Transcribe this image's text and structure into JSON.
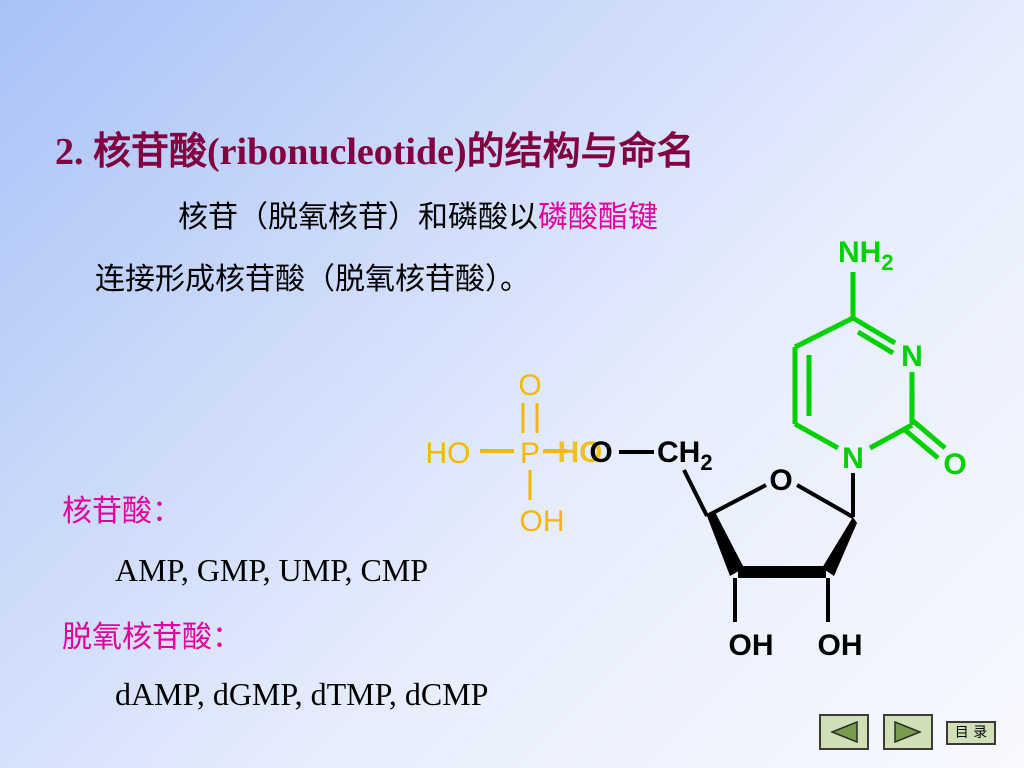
{
  "title": "2. 核苷酸(ribonucleotide)的结构与命名",
  "intro": {
    "line1_prefix": "核苷（脱氧核苷）和磷酸以",
    "line1_highlight": "磷酸酯键",
    "line2": "连接形成核苷酸（脱氧核苷酸）。"
  },
  "ribonucleotides": {
    "label": "核苷酸：",
    "list": "AMP, GMP, UMP, CMP"
  },
  "deoxyribonucleotides": {
    "label": "脱氧核苷酸：",
    "list": "dAMP, dGMP, dTMP, dCMP"
  },
  "molecule": {
    "phosphate": {
      "o_top": "O",
      "ho_left": "HO",
      "p": "P",
      "oh_bottom": "OH",
      "ho_overlap": "HO"
    },
    "sugar": {
      "o5": "O",
      "ch2": "CH",
      "ch2_sub": "2",
      "ring_o": "O",
      "oh_left": "OH",
      "oh_right": "OH"
    },
    "base": {
      "nh2": "NH",
      "nh2_sub": "2",
      "n3": "N",
      "n1": "N",
      "o2": "O"
    },
    "colors": {
      "phosphate": "#f5b800",
      "base": "#00d000",
      "sugar": "#000000",
      "title": "#800040",
      "highlight": "#e000a0"
    }
  },
  "nav": {
    "prev_icon": "triangle-left-icon",
    "next_icon": "triangle-right-icon",
    "menu_label": "目 录"
  }
}
